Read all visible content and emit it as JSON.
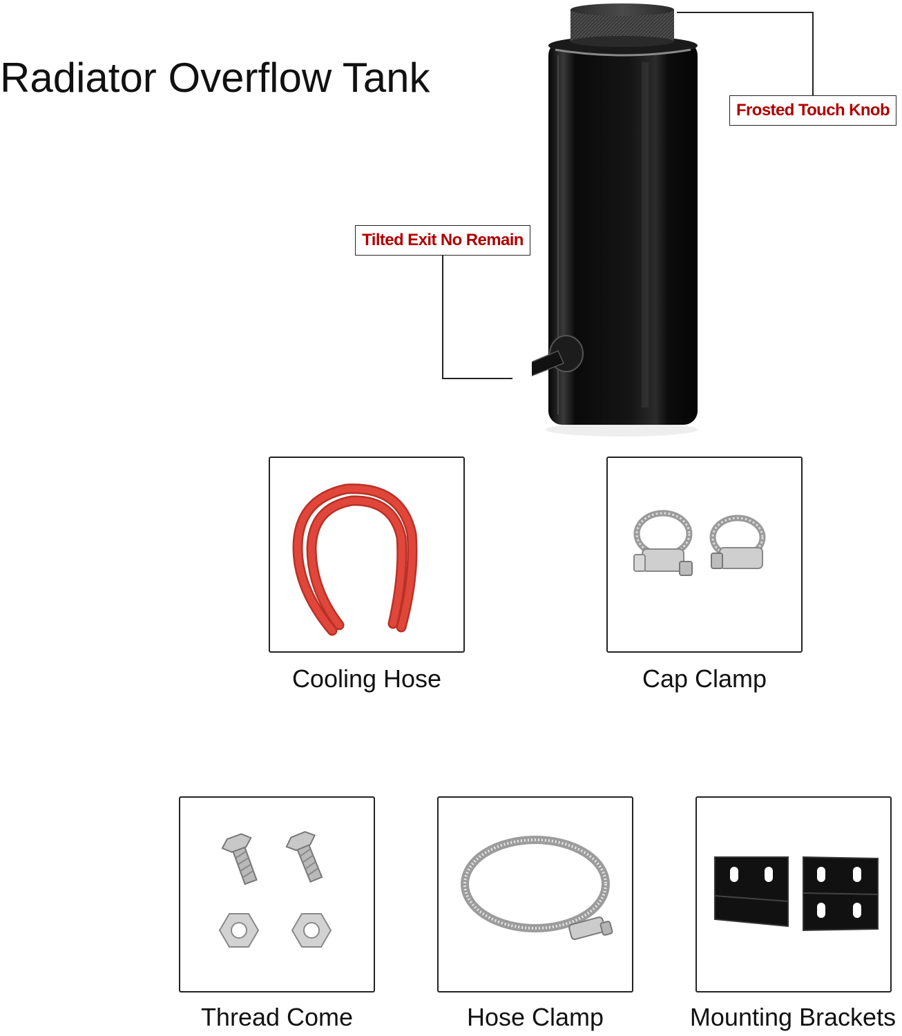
{
  "title": "Radiator Overflow Tank",
  "callouts": {
    "knob": "Frosted Touch Knob",
    "exit": "Tilted Exit No Remain"
  },
  "accessories": [
    {
      "label": "Cooling Hose",
      "icon": "cooling-hose-icon"
    },
    {
      "label": "Cap Clamp",
      "icon": "cap-clamp-icon"
    },
    {
      "label": "Thread Come",
      "icon": "bolts-nuts-icon"
    },
    {
      "label": "Hose Clamp",
      "icon": "hose-clamp-icon"
    },
    {
      "label": "Mounting Brackets",
      "icon": "mounting-bracket-icon"
    }
  ],
  "colors": {
    "callout_text": "#b00000",
    "tank_body": "#0d0d0d",
    "hose": "#e0473a"
  }
}
